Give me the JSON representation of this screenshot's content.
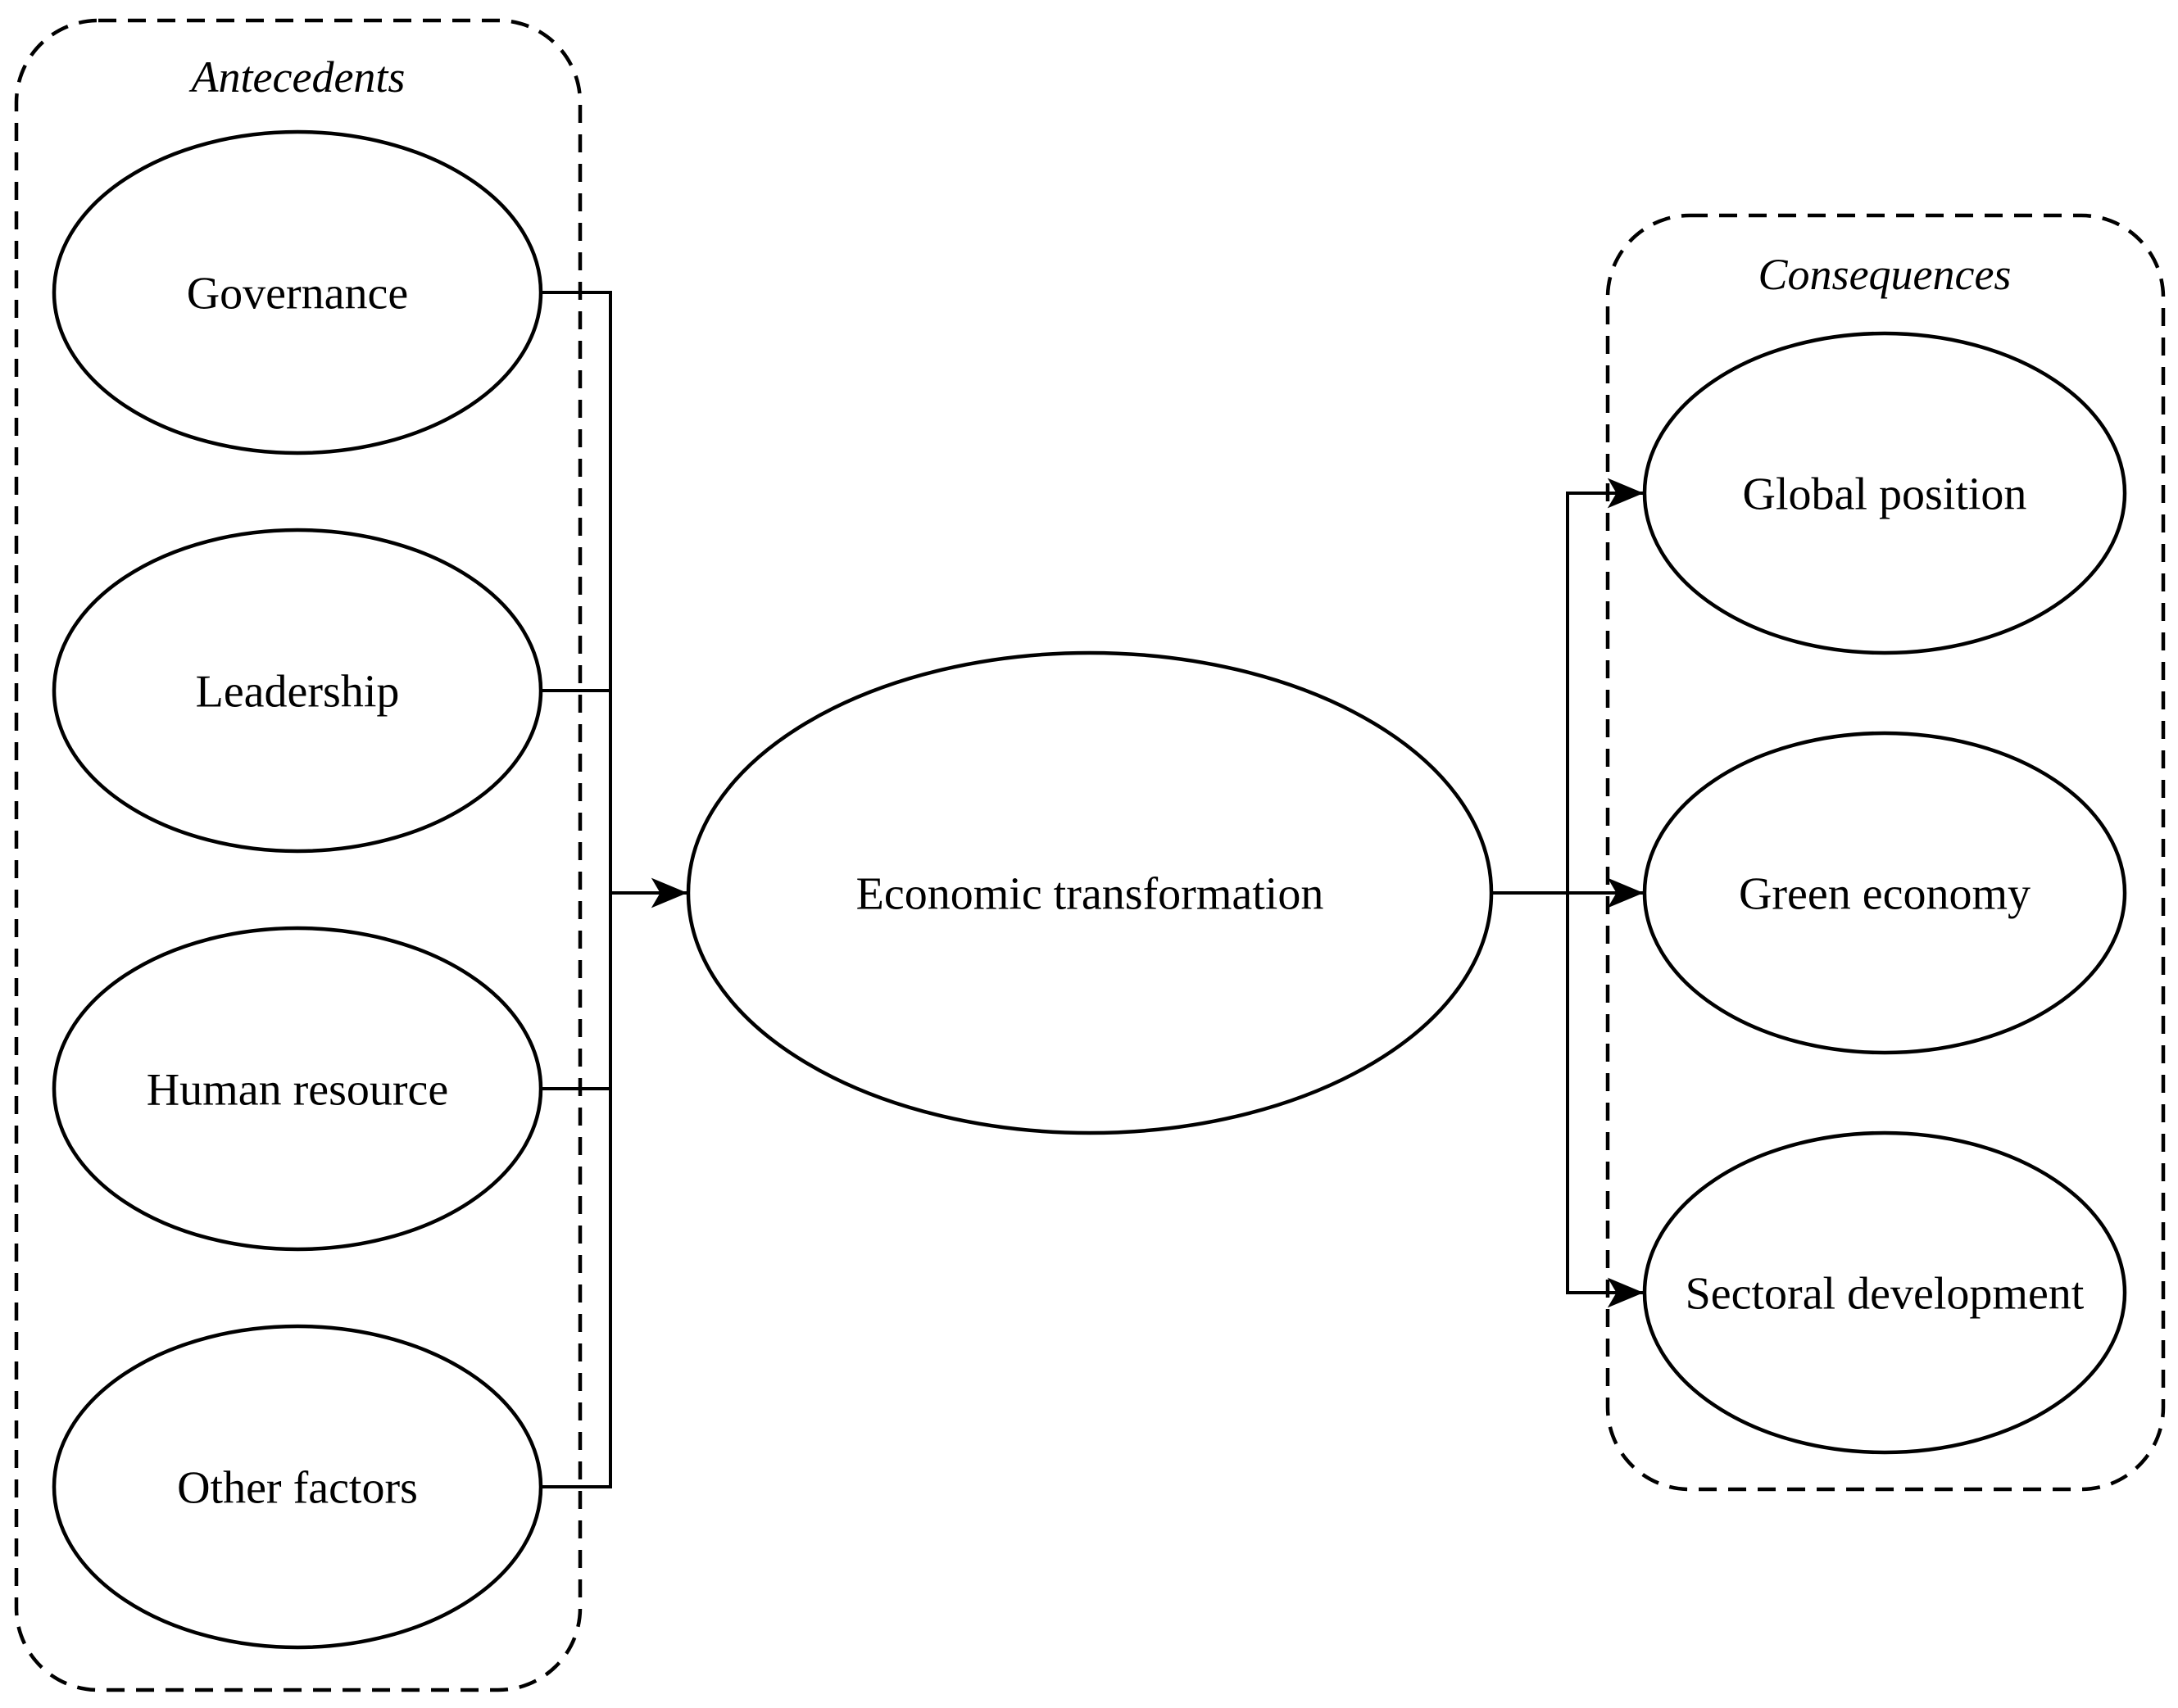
{
  "page": {
    "background_color": "#ffffff",
    "ink_color": "#000000"
  },
  "antecedents": {
    "title": "Antecedents",
    "items": [
      {
        "label": "Governance"
      },
      {
        "label": "Leadership"
      },
      {
        "label": "Human resource"
      },
      {
        "label": "Other factors"
      }
    ]
  },
  "central": {
    "label": "Economic transformation"
  },
  "consequences": {
    "title": "Consequences",
    "items": [
      {
        "label": "Global position"
      },
      {
        "label": "Green economy"
      },
      {
        "label": "Sectoral development"
      }
    ]
  }
}
